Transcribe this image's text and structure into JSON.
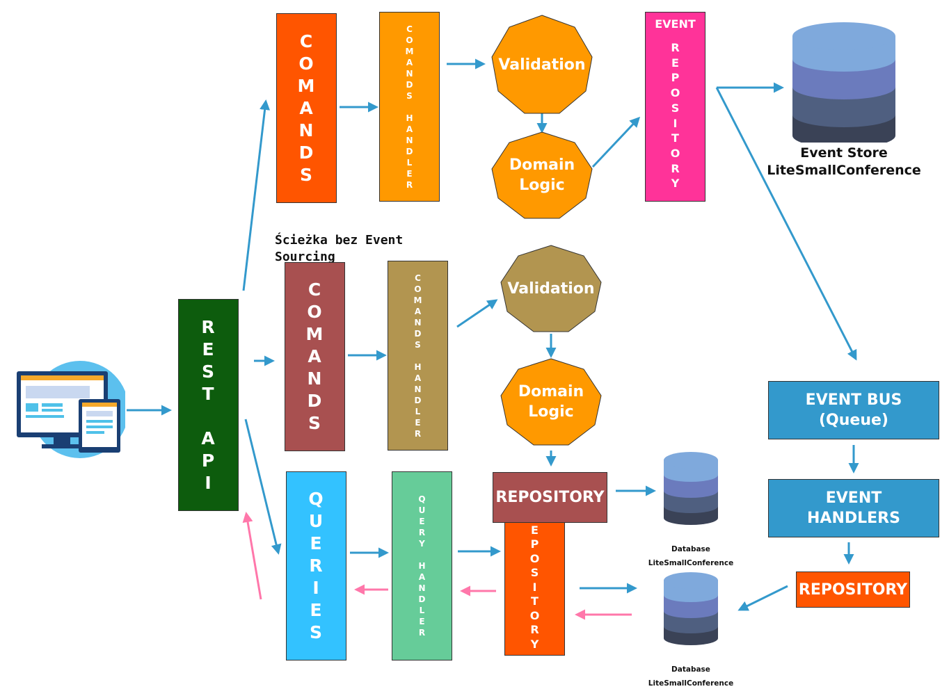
{
  "colors": {
    "orange_red": "#ff5500",
    "orange": "#ff9900",
    "magenta": "#ff3399",
    "green_dark": "#0d5c0d",
    "brown_red": "#a85050",
    "tan": "#b29550",
    "cyan": "#33c2ff",
    "mint": "#66cc99",
    "blue": "#3399cc",
    "arrow_blue": "#3399cc",
    "arrow_pink": "#ff77aa",
    "db_top": "#7fa9dc",
    "db_mid": "#6b7bbd",
    "db_low": "#4f5f80",
    "db_bottom": "#3a4256"
  },
  "client_icon": "computer-and-tablet-icon",
  "rest_api": {
    "label": "R\nE\nS\nT\n\nA\nP\nI"
  },
  "es_path": {
    "commands": "C\nO\nM\nA\nN\nD\nS",
    "commands_handler": "C\nO\nM\nA\nN\nD\nS\n\nH\nA\nN\nD\nL\nE\nR",
    "validation": "Validation",
    "domain_logic": "Domain\nLogic",
    "event_repository_top": "EVENT",
    "event_repository": "R\nE\nP\nO\nS\nI\nT\nO\nR\nY",
    "event_store": "Event Store\nLiteSmallConference"
  },
  "plain_path": {
    "title": "Ścieżka bez Event Sourcing",
    "commands": "C\nO\nM\nA\nN\nD\nS",
    "commands_handler": "C\nO\nM\nA\nN\nD\nS\n\nH\nA\nN\nD\nL\nE\nR",
    "validation": "Validation",
    "domain_logic": "Domain\nLogic",
    "repository": "REPOSITORY",
    "database": "Database\nLiteSmallConference"
  },
  "query_path": {
    "queries": "Q\nU\nE\nR\nI\nE\nS",
    "query_handler": "Q\nU\nE\nR\nY\n\nH\nA\nN\nD\nL\nE\nR",
    "repository": "E\nP\nO\nS\nI\nT\nO\nR\nY",
    "database": "Database\nLiteSmallConference"
  },
  "event_side": {
    "event_bus": "EVENT BUS\n(Queue)",
    "event_handlers": "EVENT\nHANDLERS",
    "repository": "REPOSITORY"
  }
}
